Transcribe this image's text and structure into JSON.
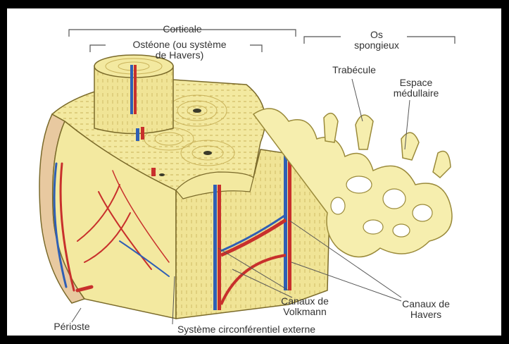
{
  "labels": {
    "corticale": "Corticale",
    "osteone": "Ostéone (ou système\nde Havers)",
    "os_spongieux": "Os\nspongieux",
    "trabecule": "Trabécule",
    "espace_medullaire": "Espace\nmédullaire",
    "canaux_volkmann": "Canaux de\nVolkmann",
    "canaux_havers": "Canaux de\nHavers",
    "perioste": "Périoste",
    "systeme_circonferentiel": "Système circonférentiel externe"
  },
  "colors": {
    "bone": "#f3e9a0",
    "bone_dark": "#e5d57a",
    "cortical_outline": "#7a6a2a",
    "artery": "#c8302c",
    "vein": "#2f5fb5",
    "periosteum": "#e8c9a0",
    "line": "#555555"
  }
}
